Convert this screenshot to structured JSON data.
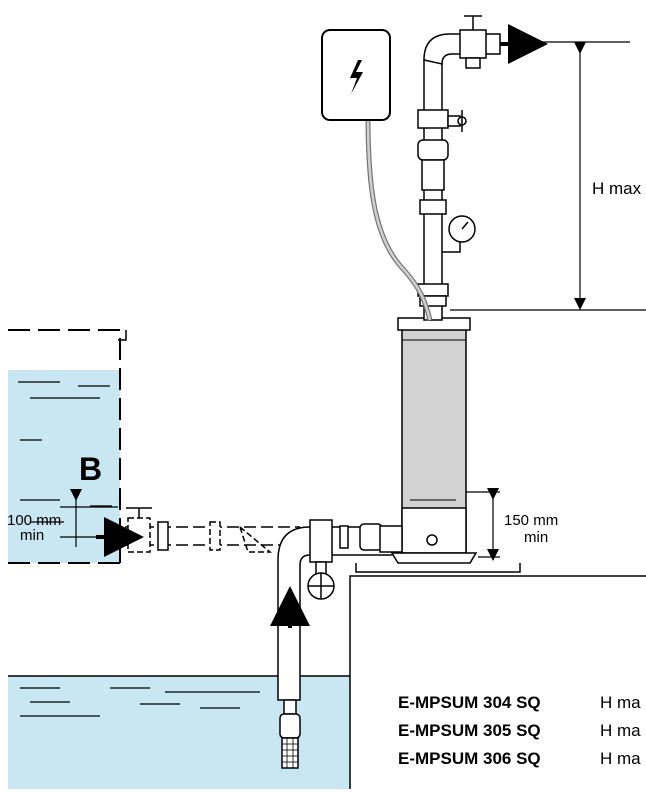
{
  "labels": {
    "h_max": "H max",
    "tank": "B",
    "min_100_value": "100 mm",
    "min_100_unit": "min",
    "min_150_value": "150 mm",
    "min_150_unit": "min"
  },
  "models": [
    {
      "name": "E-MPSUM 304 SQ",
      "hmax": "H ma"
    },
    {
      "name": "E-MPSUM 305 SQ",
      "hmax": "H ma"
    },
    {
      "name": "E-MPSUM 306 SQ",
      "hmax": "H ma"
    }
  ],
  "colors": {
    "water": "#c9e6f3",
    "pump": "#d2d2d2",
    "line": "#000000",
    "panel": "#ffffff"
  },
  "icons": {
    "control_panel": "lightning-bolt-icon",
    "gauge": "pressure-gauge-icon"
  }
}
